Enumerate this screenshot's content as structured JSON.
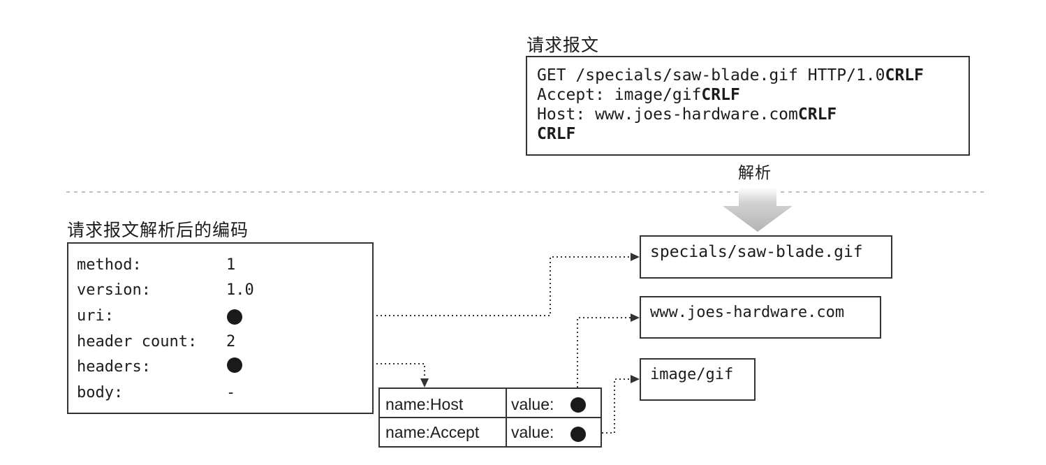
{
  "request_message": {
    "title": "请求报文",
    "lines": [
      {
        "text": "GET /specials/saw-blade.gif HTTP/1.0",
        "crlf": "CRLF"
      },
      {
        "text": "Accept: image/gif",
        "crlf": "CRLF"
      },
      {
        "text": "Host: www.joes-hardware.com",
        "crlf": "CRLF"
      },
      {
        "text": "",
        "crlf": "CRLF"
      }
    ]
  },
  "parse_label": "解析",
  "parsed": {
    "title": "请求报文解析后的编码",
    "fields": [
      {
        "label": "method:",
        "value": "1"
      },
      {
        "label": "version:",
        "value": "1.0"
      },
      {
        "label": "uri:",
        "value": ""
      },
      {
        "label": "header count:",
        "value": "2"
      },
      {
        "label": "headers:",
        "value": ""
      },
      {
        "label": "body:",
        "value": "-"
      }
    ]
  },
  "headers_table": [
    {
      "name": "name:Host",
      "value": "value:"
    },
    {
      "name": "name:Accept",
      "value": "value:"
    }
  ],
  "outputs": {
    "uri": "specials/saw-blade.gif",
    "host": "www.joes-hardware.com",
    "accept": "image/gif"
  },
  "colors": {
    "arrow_fill": "#c8c8c8",
    "line": "#333333",
    "divider": "#bdbdbd"
  }
}
